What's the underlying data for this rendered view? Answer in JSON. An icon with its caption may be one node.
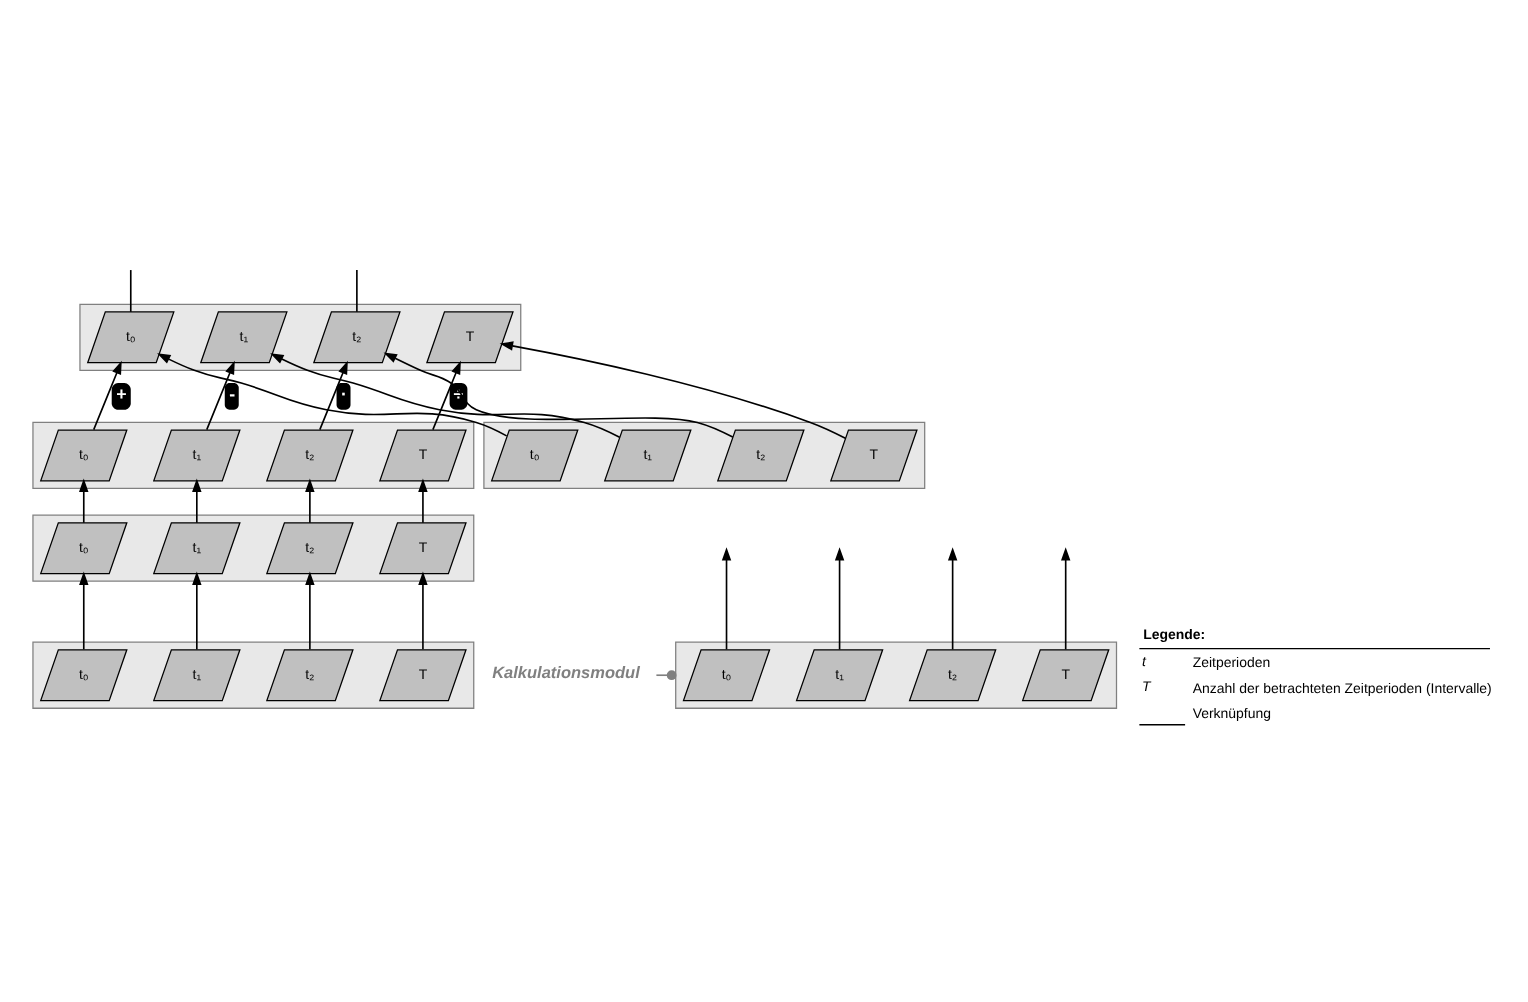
{
  "diagram": {
    "nodes": [
      {
        "text": [],
        "shape": "parallelogram"
      },
      {
        "text": [
          "t₀"
        ],
        "in": 0
      },
      {
        "text": [
          "t₁"
        ],
        "in": 0
      },
      {
        "text": [
          "t₂"
        ],
        "in": 0
      },
      {
        "text": [
          "T"
        ],
        "in": 0
      },
      {
        "text": [],
        "shape": "parallelogram"
      },
      {
        "text": [
          "t₀"
        ],
        "in": 5
      },
      {
        "text": [
          "t₁"
        ],
        "in": 5
      },
      {
        "text": [
          "t₂"
        ],
        "in": 5
      },
      {
        "text": [
          "T"
        ],
        "in": 5
      },
      {
        "text": [],
        "shape": "parallelogram"
      },
      {
        "text": [
          "t₀"
        ],
        "in": 10
      },
      {
        "text": [
          "t₁"
        ],
        "in": 10
      },
      {
        "text": [
          "t₂"
        ],
        "in": 10
      },
      {
        "text": [
          "T"
        ],
        "in": 10
      },
      {
        "text": [],
        "shape": "parallelogram"
      },
      {
        "text": [
          "t₀"
        ],
        "in": 15
      },
      {
        "text": [
          "t₁"
        ],
        "in": 15
      },
      {
        "text": [
          "t₂"
        ],
        "in": 15
      },
      {
        "text": [
          "T"
        ],
        "in": 15
      },
      {
        "text": [],
        "shape": "parallelogram"
      },
      {
        "text": [
          "t₀"
        ],
        "in": 20
      },
      {
        "text": [
          "t₁"
        ],
        "in": 20
      },
      {
        "text": [
          "t₂"
        ],
        "in": 20
      },
      {
        "text": [
          "T"
        ],
        "in": 20
      },
      {
        "text": [
          "Kalkulationsmodul"
        ]
      },
      {
        "text": [],
        "shape": "parallelogram"
      },
      {
        "text": [
          "t₀"
        ],
        "in": 26
      },
      {
        "text": [
          "t₁"
        ],
        "in": 26
      },
      {
        "text": [
          "t₂"
        ],
        "in": 26
      },
      {
        "text": [
          "T"
        ],
        "in": 26
      }
    ],
    "edges": [
      {
        "from": null,
        "to": 1,
        "arrow": "none"
      },
      {
        "from": null,
        "to": 3,
        "arrow": "none"
      },
      {
        "from": 6,
        "to": 1,
        "arrow": "to",
        "label": "+"
      },
      {
        "from": 11,
        "to": 1,
        "arrow": "to"
      },
      {
        "from": 7,
        "to": 2,
        "arrow": "to",
        "label": "-"
      },
      {
        "from": 12,
        "to": 2,
        "arrow": "to"
      },
      {
        "from": 8,
        "to": 3,
        "arrow": "to",
        "label": "·"
      },
      {
        "from": 13,
        "to": 3,
        "arrow": "to"
      },
      {
        "from": 9,
        "to": 4,
        "arrow": "to",
        "label": "÷"
      },
      {
        "from": 14,
        "to": 4,
        "arrow": "to"
      },
      {
        "from": 16,
        "to": 6,
        "arrow": "to"
      },
      {
        "from": 17,
        "to": 7,
        "arrow": "to"
      },
      {
        "from": 18,
        "to": 8,
        "arrow": "to"
      },
      {
        "from": 19,
        "to": 9,
        "arrow": "to"
      },
      {
        "from": 21,
        "to": 16,
        "arrow": "to"
      },
      {
        "from": 22,
        "to": 17,
        "arrow": "to"
      },
      {
        "from": 23,
        "to": 18,
        "arrow": "to"
      },
      {
        "from": 24,
        "to": 19,
        "arrow": "to"
      },
      {
        "from": 27,
        "to": null,
        "arrow": "to"
      },
      {
        "from": 28,
        "to": null,
        "arrow": "to"
      },
      {
        "from": 29,
        "to": null,
        "arrow": "to"
      },
      {
        "from": 30,
        "to": null,
        "arrow": "to"
      },
      {
        "from": 25,
        "to": 26,
        "arrow": "other",
        "color": "#808080"
      }
    ],
    "labels": [
      "Legende:",
      "t",
      "T"
    ],
    "legend": [
      {
        "text": "Zeitperioden"
      },
      {
        "text": "Anzahl der betrachteten Zeitperioden (Intervalle)"
      },
      {
        "text": "Verknüpfung"
      }
    ]
  }
}
